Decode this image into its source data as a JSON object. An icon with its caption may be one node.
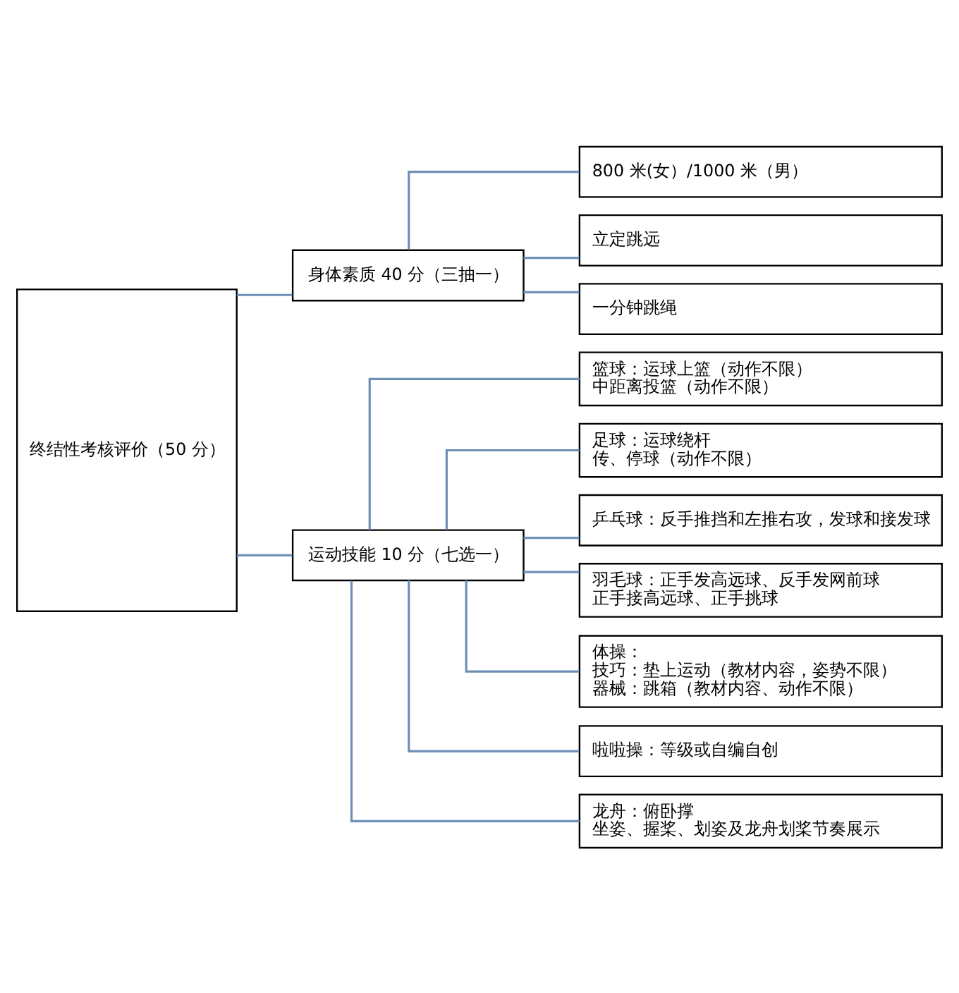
{
  "diagram": {
    "nodes": [
      {
        "text": [
          "终结性考核评价（50 分）"
        ]
      },
      {
        "text": [
          "身体素质 40 分（三抽一）"
        ]
      },
      {
        "text": [
          "800 米(女）/1000 米（男）"
        ]
      },
      {
        "text": [
          "立定跳远"
        ]
      },
      {
        "text": [
          "一分钟跳绳"
        ]
      },
      {
        "text": [
          "运动技能 10 分（七选一）"
        ]
      },
      {
        "text": [
          "篮球：运球上篮（动作不限）",
          "中距离投篮（动作不限）"
        ]
      },
      {
        "text": [
          "足球：运球绕杆",
          "传、停球（动作不限）"
        ]
      },
      {
        "text": [
          "乒乓球：反手推挡和左推右攻，发球和接发球"
        ]
      },
      {
        "text": [
          "羽毛球：正手发高远球、反手发网前球",
          "正手接高远球、正手挑球"
        ]
      },
      {
        "text": [
          "体操：",
          "技巧：垫上运动（教材内容，姿势不限）",
          "器械：跳箱（教材内容、动作不限）"
        ]
      },
      {
        "text": [
          "啦啦操：等级或自编自创"
        ]
      },
      {
        "text": [
          "龙舟：俯卧撑",
          "坐姿、握桨、划姿及龙舟划桨节奏展示"
        ]
      }
    ],
    "edges": [
      {
        "from": 0,
        "to": 1,
        "arrow": "none"
      },
      {
        "from": 0,
        "to": 5,
        "arrow": "none"
      },
      {
        "from": 1,
        "to": 2,
        "arrow": "none"
      },
      {
        "from": 1,
        "to": 3,
        "arrow": "none"
      },
      {
        "from": 1,
        "to": 4,
        "arrow": "none"
      },
      {
        "from": 5,
        "to": 6,
        "arrow": "none"
      },
      {
        "from": 5,
        "to": 7,
        "arrow": "none"
      },
      {
        "from": 5,
        "to": 8,
        "arrow": "none"
      },
      {
        "from": 5,
        "to": 9,
        "arrow": "none"
      },
      {
        "from": 5,
        "to": 10,
        "arrow": "none"
      },
      {
        "from": 5,
        "to": 11,
        "arrow": "none"
      },
      {
        "from": 5,
        "to": 12,
        "arrow": "none"
      }
    ]
  }
}
